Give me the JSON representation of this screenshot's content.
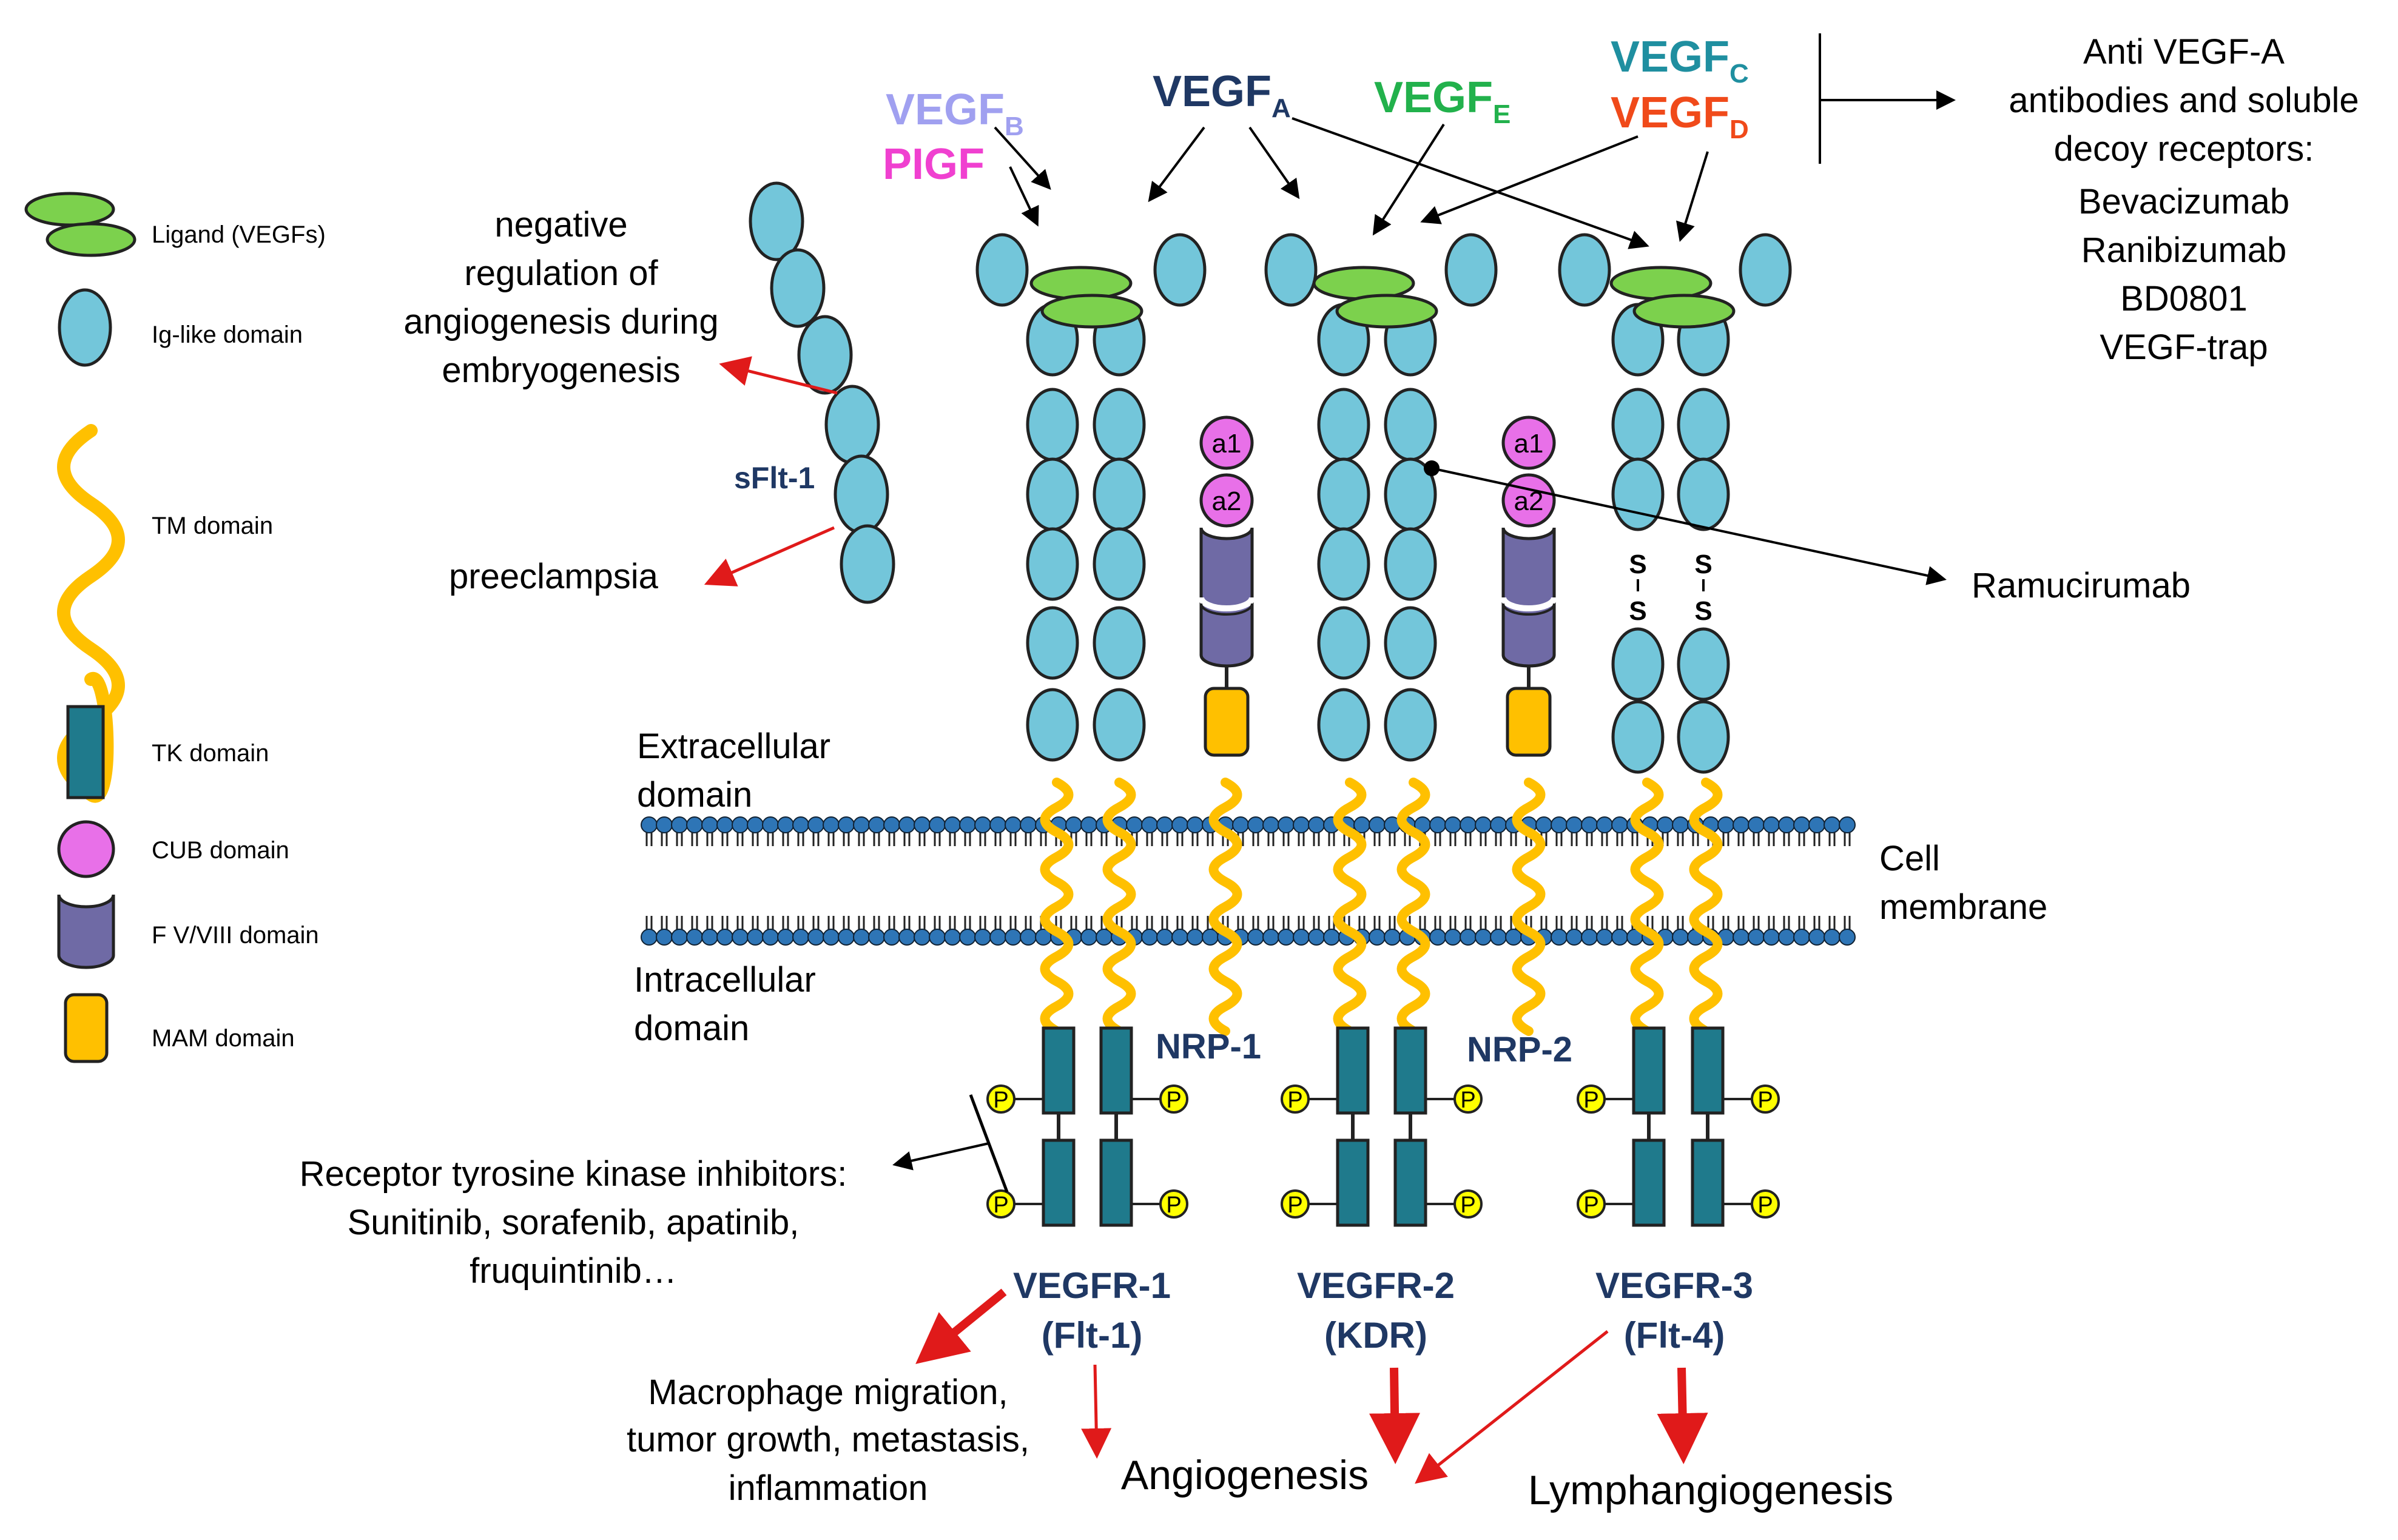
{
  "legend": {
    "ligand": "Ligand (VEGFs)",
    "ig": "Ig-like domain",
    "tm": "TM domain",
    "tk": "TK domain",
    "cub": "CUB domain",
    "fv": "F V/VIII domain",
    "mam": "MAM domain"
  },
  "ligands": {
    "vegf": "VEGF",
    "b": "B",
    "pigf": "PIGF",
    "a": "A",
    "e": "E",
    "c": "C",
    "d": "D"
  },
  "anti_vegf": {
    "heading": [
      "Anti VEGF-A",
      "antibodies and soluble",
      "decoy receptors:"
    ],
    "drugs": [
      "Bevacizumab",
      "Ranibizumab",
      "BD0801",
      "VEGF-trap"
    ]
  },
  "sflt": {
    "name": "sFlt-1",
    "negative_regulation": [
      "negative",
      "regulation of",
      "angiogenesis during",
      "embryogenesis"
    ],
    "preeclampsia": "preeclampsia"
  },
  "membrane": {
    "extracellular": [
      "Extracellular",
      "domain"
    ],
    "intracellular": [
      "Intracellular",
      "domain"
    ],
    "cell_membrane": [
      "Cell",
      "membrane"
    ]
  },
  "ramucirumab": "Ramucirumab",
  "cub_labels": [
    "a1",
    "a2"
  ],
  "phospho": "P",
  "disulfide": "S",
  "nrp": [
    "NRP-1",
    "NRP-2"
  ],
  "rtk_inhibitors": [
    "Receptor tyrosine kinase inhibitors:",
    "Sunitinib, sorafenib, apatinib,",
    "fruquintinib…"
  ],
  "receptors": [
    {
      "name": "VEGFR-1",
      "alias": "(Flt-1)"
    },
    {
      "name": "VEGFR-2",
      "alias": "(KDR)"
    },
    {
      "name": "VEGFR-3",
      "alias": "(Flt-4)"
    }
  ],
  "outcomes": {
    "macrophage": [
      "Macrophage migration,",
      "tumor growth, metastasis,",
      "inflammation"
    ],
    "angiogenesis": "Angiogenesis",
    "lymphangiogenesis": "Lymphangiogenesis"
  },
  "colors": {
    "ig_fill": "#73C6DA",
    "ligand_fill": "#7CD14D",
    "tm": "#FFC000",
    "tk_fill": "#1F7A8C",
    "cub_fill": "#E870E8",
    "fv_fill": "#6F6AA5",
    "mam_fill": "#FFC000",
    "membrane_head": "#2E75B6",
    "phospho_fill": "#FFFF00",
    "navy": "#1F3864",
    "vegf_b": "#A0A0F0",
    "pigf": "#F040D0",
    "vegf_e": "#22B14C",
    "vegf_c": "#1F8FA0",
    "vegf_d": "#F04A1A",
    "red_arrow": "#E01A1A"
  }
}
